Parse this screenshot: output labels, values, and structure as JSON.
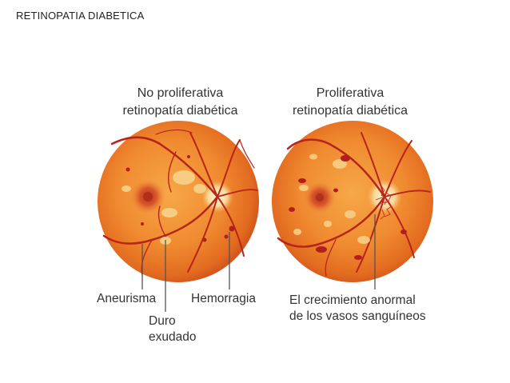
{
  "page": {
    "title": "RETINOPATIA DIABETICA"
  },
  "diagram": {
    "left_panel": {
      "caption_line1": "No proliferativa",
      "caption_line2": "retinopatía diabética"
    },
    "right_panel": {
      "caption_line1": "Proliferativa",
      "caption_line2": "retinopatía diabética"
    },
    "labels": {
      "aneurisma": "Aneurisma",
      "duro_line1": "Duro",
      "duro_line2": "exudado",
      "hemorragia": "Hemorragia",
      "crecimiento_line1": "El crecimiento anormal",
      "crecimiento_line2": "de los vasos sanguíneos"
    },
    "colors": {
      "retina_outer": "#d9531a",
      "retina_inner": "#f39a3a",
      "vessel": "#b8241a",
      "exudate": "#f7d38a",
      "hemorrhage": "#b01e1e",
      "leader_line": "#555555"
    }
  }
}
